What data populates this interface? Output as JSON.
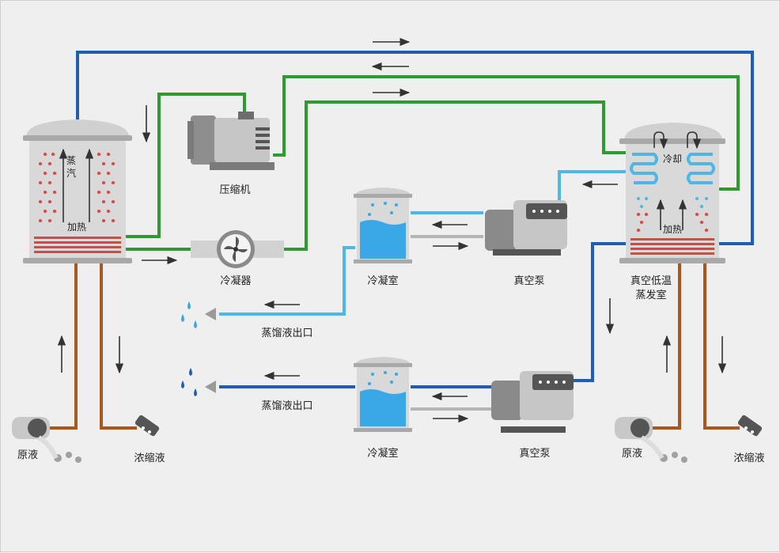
{
  "colors": {
    "blue_pipe": "#1e5fb3",
    "green_pipe": "#2f9a2f",
    "lightblue_pipe": "#4fb6e8",
    "brown_pipe": "#a8581f",
    "grey_pipe": "#b0b0b0",
    "heater_red": "#e8403b",
    "tank_grey": "#d6d6d6",
    "water_blue": "#3aa7e6"
  },
  "labels": {
    "compressor": "压缩机",
    "condenser": "冷凝器",
    "left_evaporator_vapor": "蒸汽",
    "left_evaporator_heat": "加热",
    "right_evaporator_cool": "冷却",
    "right_evaporator_heat": "加热",
    "right_evaporator_name_1": "真空低温",
    "right_evaporator_name_2": "蒸发室",
    "condensing_chamber_top": "冷凝室",
    "condensing_chamber_bottom": "冷凝室",
    "vacuum_pump_top": "真空泵",
    "vacuum_pump_bottom": "真空泵",
    "distillate_outlet_top": "蒸馏液出口",
    "distillate_outlet_bottom": "蒸馏液出口",
    "raw_liquid_left": "原液",
    "concentrate_left": "浓缩液",
    "raw_liquid_right": "原液",
    "concentrate_right": "浓缩液"
  }
}
